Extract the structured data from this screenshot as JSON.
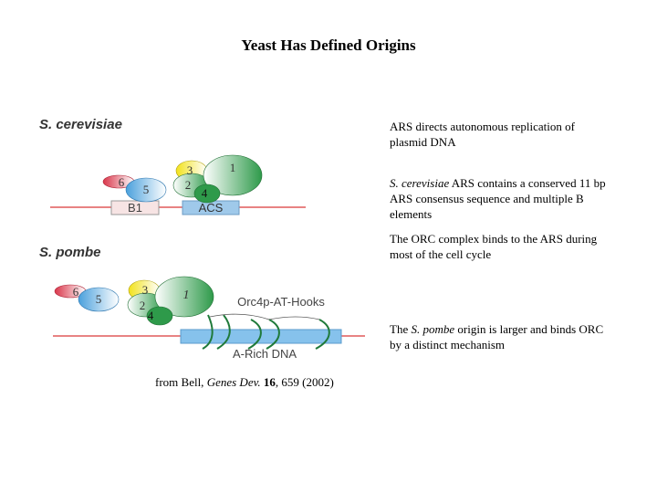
{
  "slide": {
    "title": "Yeast Has Defined Origins"
  },
  "cerevisiae": {
    "species": "S. cerevisiae",
    "subunits": [
      "1",
      "2",
      "3",
      "4",
      "5",
      "6"
    ],
    "element_b1": "B1",
    "element_acs": "ACS"
  },
  "pombe": {
    "species": "S. pombe",
    "subunits": [
      "1",
      "2",
      "3",
      "4",
      "5",
      "6"
    ],
    "hooks_label": "Orc4p-AT-Hooks",
    "dna_label": "A-Rich DNA"
  },
  "notes": {
    "n1": "ARS directs autonomous replication of plasmid DNA",
    "n2_species": "S. cerevisiae",
    "n2_rest": " ARS contains a conserved 11 bp ARS consensus sequence and  multiple B elements",
    "n3": "The ORC complex binds to the ARS during most of the cell cycle",
    "n4_pre": "The ",
    "n4_species": "S. pombe",
    "n4_rest": " origin is larger and binds ORC by a distinct mechanism"
  },
  "citation": {
    "prefix": "from Bell, ",
    "journal": "Genes Dev.",
    "volume": "16",
    "rest": ", 659 (2002)"
  },
  "colors": {
    "dna_line": "#e05a5a",
    "subunit1_green": "#2e9a4a",
    "subunit3_yellow": "#f2e21c",
    "subunit5_blue": "#4aa0dc",
    "subunit6_red": "#d9364a",
    "box_fill_b1": "#f7e4e4",
    "box_fill_acs": "#9fc9ea",
    "arich_fill": "#86c2ec"
  }
}
